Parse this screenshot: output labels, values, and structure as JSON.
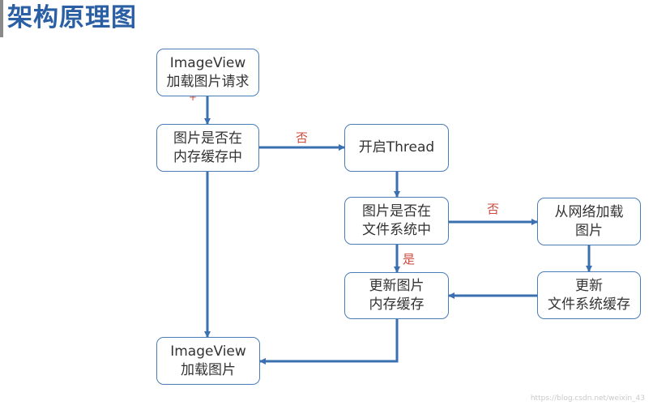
{
  "title": "架构原理图",
  "colors": {
    "title": "#2a5fa3",
    "node_border": "#4a7db8",
    "arrow": "#3a6fb0",
    "label": "#d04a3e"
  },
  "nodes": {
    "imageview_request": {
      "line1": "ImageView",
      "line2": "加载图片请求"
    },
    "check_memory": {
      "line1": "图片是否在",
      "line2": "内存缓存中"
    },
    "start_thread": {
      "line1": "开启Thread"
    },
    "check_file": {
      "line1": "图片是否在",
      "line2": "文件系统中"
    },
    "network_load": {
      "line1": "从网络加载",
      "line2": "图片"
    },
    "update_memory": {
      "line1": "更新图片",
      "line2": "内存缓存"
    },
    "update_file": {
      "line1": "更新",
      "line2": "文件系统缓存"
    },
    "imageview_load": {
      "line1": "ImageView",
      "line2": "加载图片"
    }
  },
  "edge_labels": {
    "memory_no": "否",
    "file_no": "否",
    "file_yes": "是"
  },
  "watermark": "https://blog.csdn.net/weixin_43"
}
